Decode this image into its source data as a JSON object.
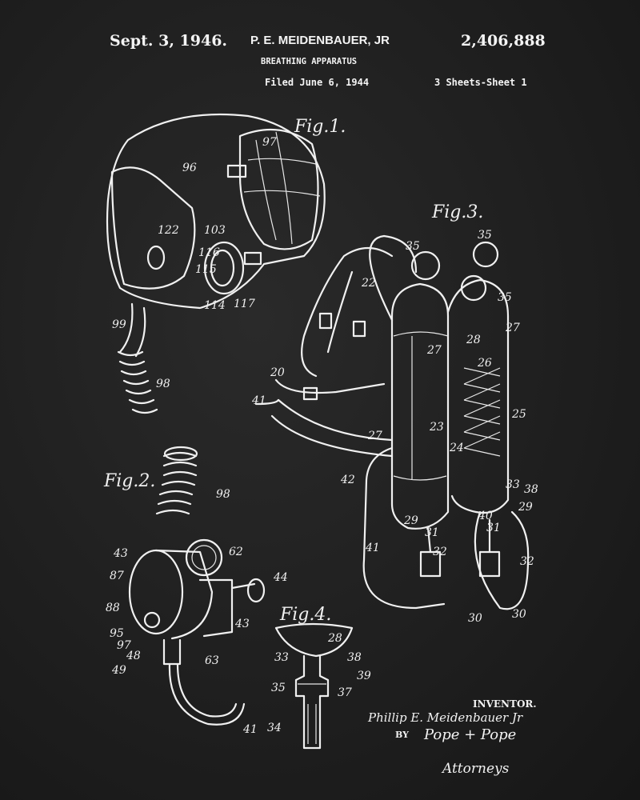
{
  "header": {
    "date": "Sept. 3, 1946.",
    "inventor": "P. E. MEIDENBAUER, JR",
    "patent_number": "2,406,888",
    "title": "BREATHING APPARATUS",
    "filed": "Filed June 6, 1944",
    "sheet": "3 Sheets-Sheet 1"
  },
  "figures": {
    "fig1": "Fig.1.",
    "fig2": "Fig.2.",
    "fig3": "Fig.3.",
    "fig4": "Fig.4."
  },
  "fig1_refs": [
    "97",
    "96",
    "122",
    "103",
    "116",
    "115",
    "114",
    "117",
    "99",
    "98"
  ],
  "fig2_refs": [
    "98",
    "62",
    "43",
    "87",
    "44",
    "88",
    "95",
    "43",
    "97",
    "48",
    "63",
    "49",
    "41"
  ],
  "fig3_refs": [
    "35",
    "35",
    "35",
    "22",
    "27",
    "28",
    "27",
    "26",
    "20",
    "41",
    "25",
    "23",
    "24",
    "27",
    "42",
    "33",
    "38",
    "29",
    "29",
    "31",
    "40",
    "31",
    "32",
    "32",
    "41",
    "30",
    "30"
  ],
  "fig4_refs": [
    "28",
    "33",
    "38",
    "39",
    "35",
    "37",
    "34"
  ],
  "signature": {
    "inventor_label": "INVENTOR.",
    "inventor_signature": "Phillip E. Meidenbauer Jr",
    "by": "BY",
    "attorney_signature": "Pope + Pope",
    "attorneys": "Attorneys"
  }
}
